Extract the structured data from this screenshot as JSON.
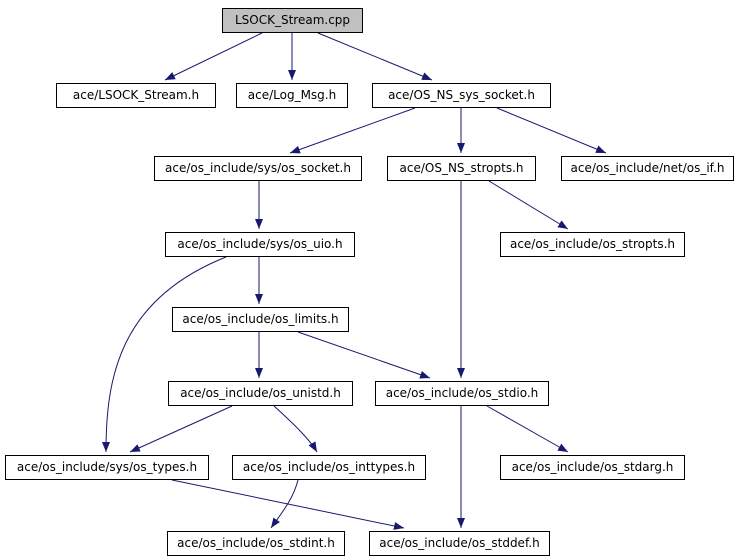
{
  "diagram": {
    "type": "include-dependency-graph",
    "colors": {
      "edge": "#191970",
      "node_border": "#000000",
      "root_fill": "#c0c0c0",
      "node_fill": "#ffffff"
    },
    "nodes": {
      "root": "LSOCK_Stream.cpp",
      "lsock_stream_h": "ace/LSOCK_Stream.h",
      "log_msg_h": "ace/Log_Msg.h",
      "os_ns_sys_socket_h": "ace/OS_NS_sys_socket.h",
      "sys_os_socket_h": "ace/os_include/sys/os_socket.h",
      "os_ns_stropts_h": "ace/OS_NS_stropts.h",
      "net_os_if_h": "ace/os_include/net/os_if.h",
      "sys_os_uio_h": "ace/os_include/sys/os_uio.h",
      "os_stropts_h": "ace/os_include/os_stropts.h",
      "os_limits_h": "ace/os_include/os_limits.h",
      "os_unistd_h": "ace/os_include/os_unistd.h",
      "os_stdio_h": "ace/os_include/os_stdio.h",
      "sys_os_types_h": "ace/os_include/sys/os_types.h",
      "os_inttypes_h": "ace/os_include/os_inttypes.h",
      "os_stdarg_h": "ace/os_include/os_stdarg.h",
      "os_stdint_h": "ace/os_include/os_stdint.h",
      "os_stddef_h": "ace/os_include/os_stddef.h"
    },
    "edges": [
      [
        "root",
        "lsock_stream_h"
      ],
      [
        "root",
        "log_msg_h"
      ],
      [
        "root",
        "os_ns_sys_socket_h"
      ],
      [
        "os_ns_sys_socket_h",
        "sys_os_socket_h"
      ],
      [
        "os_ns_sys_socket_h",
        "os_ns_stropts_h"
      ],
      [
        "os_ns_sys_socket_h",
        "net_os_if_h"
      ],
      [
        "sys_os_socket_h",
        "sys_os_uio_h"
      ],
      [
        "os_ns_stropts_h",
        "os_stropts_h"
      ],
      [
        "os_ns_stropts_h",
        "os_stdio_h"
      ],
      [
        "sys_os_uio_h",
        "os_limits_h"
      ],
      [
        "sys_os_uio_h",
        "sys_os_types_h"
      ],
      [
        "os_limits_h",
        "os_unistd_h"
      ],
      [
        "os_limits_h",
        "os_stdio_h"
      ],
      [
        "os_unistd_h",
        "sys_os_types_h"
      ],
      [
        "os_unistd_h",
        "os_inttypes_h"
      ],
      [
        "os_stdio_h",
        "os_stdarg_h"
      ],
      [
        "os_stdio_h",
        "os_stddef_h"
      ],
      [
        "sys_os_types_h",
        "os_stddef_h"
      ],
      [
        "os_inttypes_h",
        "os_stdint_h"
      ]
    ]
  }
}
